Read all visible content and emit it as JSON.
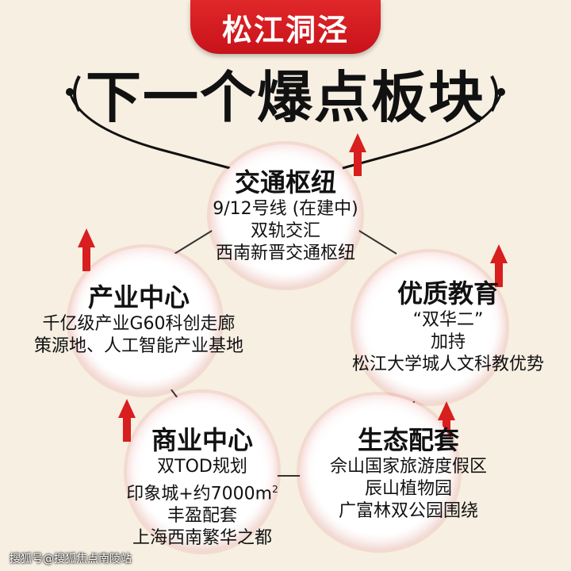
{
  "banner": "松江洞泾",
  "title": "下一个爆点板块",
  "nodes": {
    "traffic": {
      "head": "交通枢纽",
      "lines": [
        "9/12号线 (在建中)",
        "双轨交汇",
        "西南新晋交通枢纽"
      ]
    },
    "industry": {
      "head": "产业中心",
      "lines": [
        "千亿级产业G60科创走廊",
        "策源地、人工智能产业基地"
      ]
    },
    "education": {
      "head": "优质教育",
      "lines": [
        "“双华二”",
        "加持",
        "松江大学城人文科教优势"
      ]
    },
    "commerce": {
      "head": "商业中心",
      "lines": [
        "双TOD规划",
        "印象城+约7000m",
        "丰盈配套",
        "上海西南繁华之都"
      ],
      "superscript": "2"
    },
    "ecology": {
      "head": "生态配套",
      "lines": [
        "佘山国家旅游度假区",
        "辰山植物园",
        "广富林双公园围绕"
      ]
    }
  },
  "watermark": "搜狐号@搜狐焦点南陵站",
  "colors": {
    "accent": "#d81e1e",
    "background": "#f6efe2",
    "text": "#111111"
  },
  "icons": [
    "up-arrow-icon"
  ]
}
